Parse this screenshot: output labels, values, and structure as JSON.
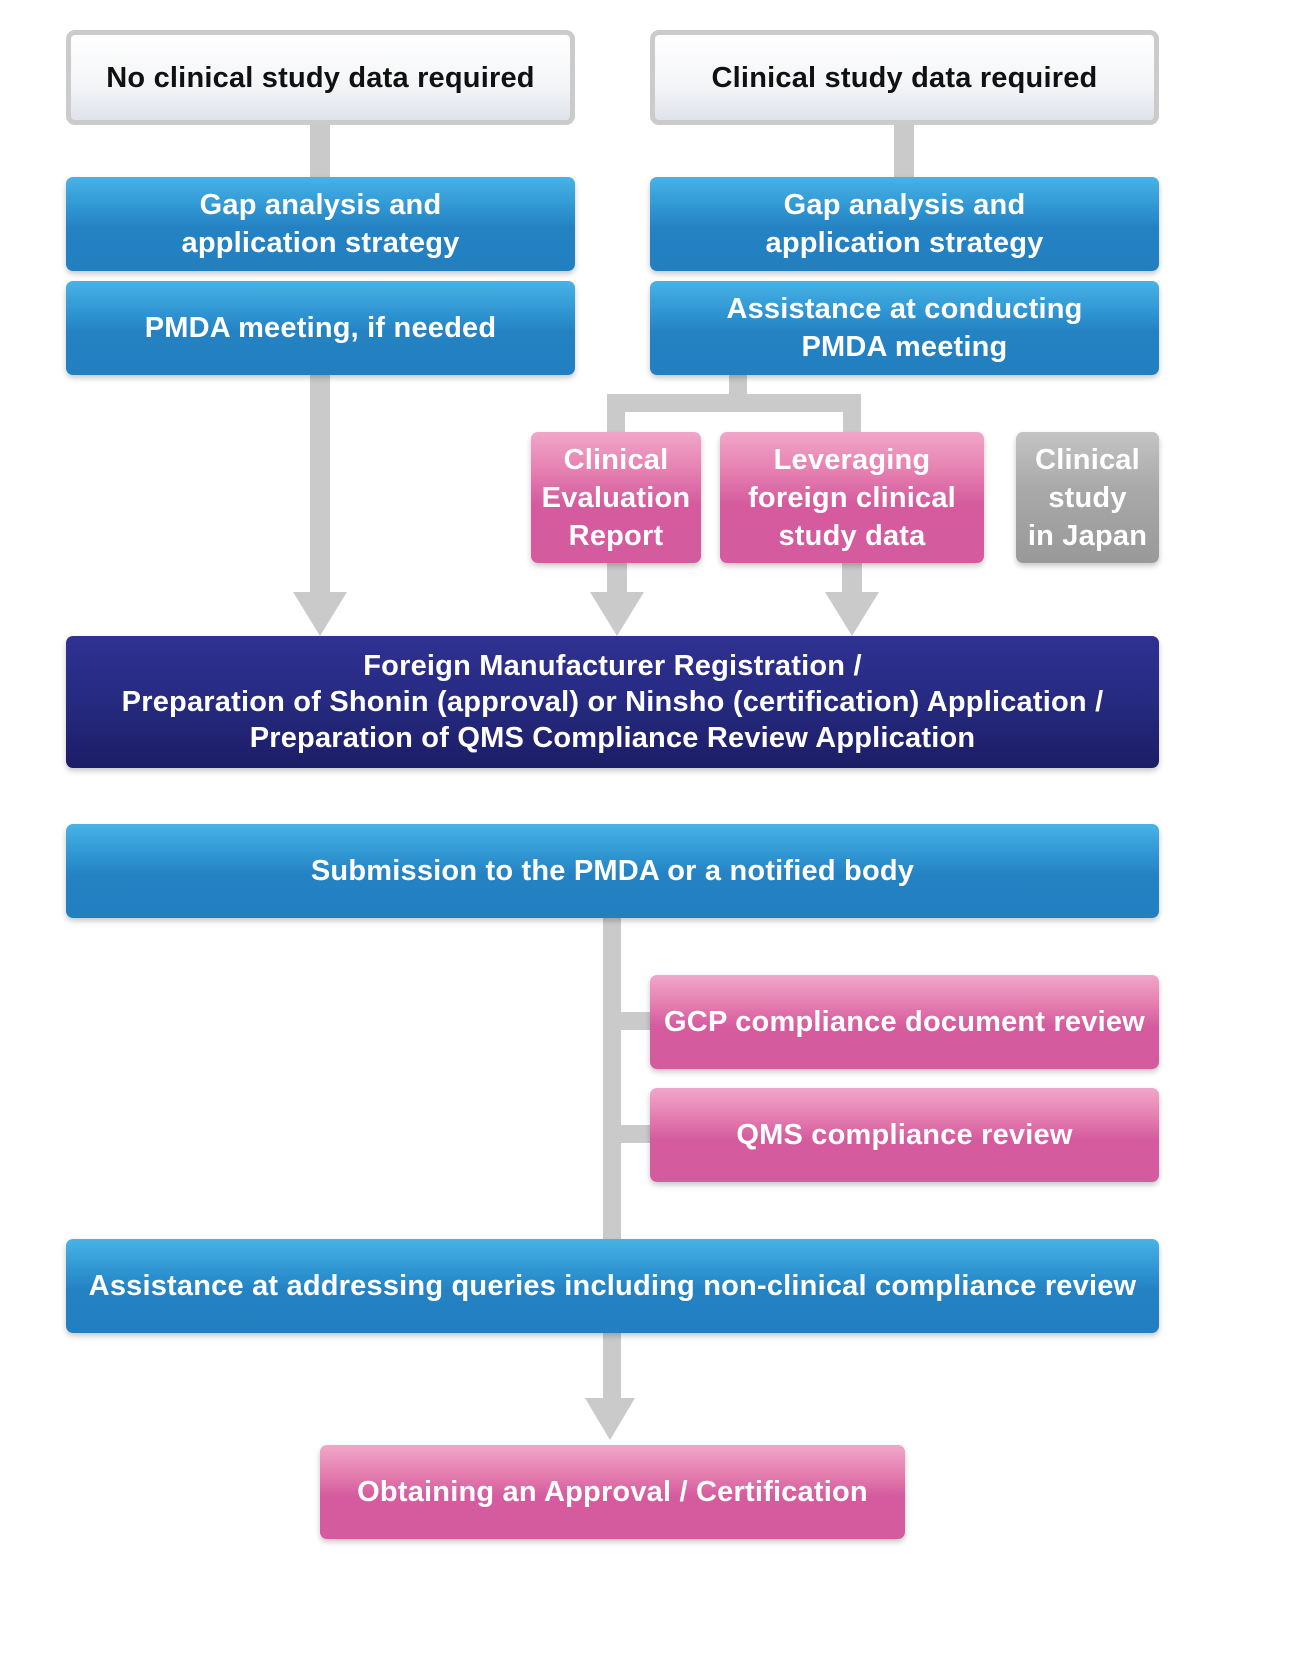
{
  "diagram": {
    "type": "flowchart",
    "columns": {
      "left": {
        "header": "No clinical study data required",
        "steps": [
          "Gap analysis and\napplication strategy",
          "PMDA meeting, if needed"
        ]
      },
      "right": {
        "header": "Clinical study data required",
        "steps": [
          "Gap analysis and\napplication strategy",
          "Assistance at conducting\nPMDA meeting"
        ],
        "options": [
          {
            "label": "Clinical\nEvaluation\nReport",
            "style": "pink"
          },
          {
            "label": "Leveraging\nforeign clinical\nstudy data",
            "style": "pink"
          },
          {
            "label": "Clinical\nstudy\nin Japan",
            "style": "gray"
          }
        ]
      }
    },
    "preparation": "Foreign Manufacturer Registration /\nPreparation of Shonin (approval) or Ninsho (certification) Application /\nPreparation of QMS Compliance Review Application",
    "submission": "Submission to the PMDA or a notified body",
    "reviews": [
      "GCP compliance document review",
      "QMS compliance review"
    ],
    "queries": "Assistance at addressing queries including non-clinical compliance review",
    "outcome": "Obtaining an Approval / Certification",
    "colors": {
      "blue": "#2280c1",
      "pink": "#d45b9d",
      "gray": "#999999",
      "navy": "#1c1d66",
      "connector": "#cacaca"
    }
  }
}
